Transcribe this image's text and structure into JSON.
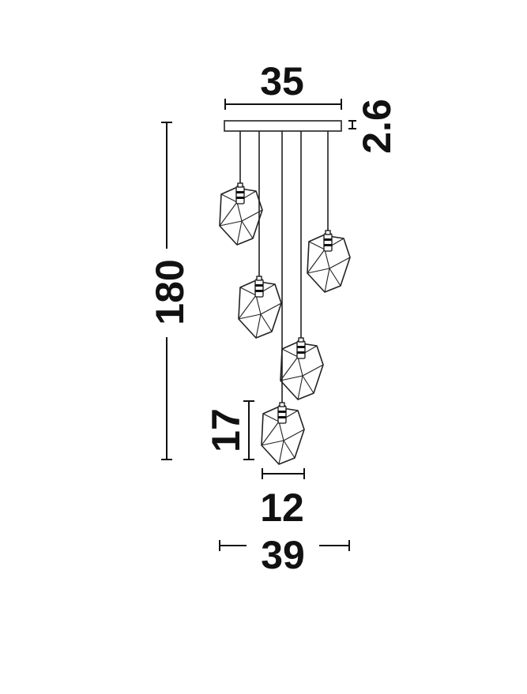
{
  "dimensions": {
    "canopy_width": "35",
    "canopy_height": "2.6",
    "total_height": "180",
    "shade_height": "17",
    "shade_width": "12",
    "total_width": "39"
  },
  "colors": {
    "line": "#111111",
    "background": "#ffffff"
  },
  "pendants": {
    "count": 5
  }
}
